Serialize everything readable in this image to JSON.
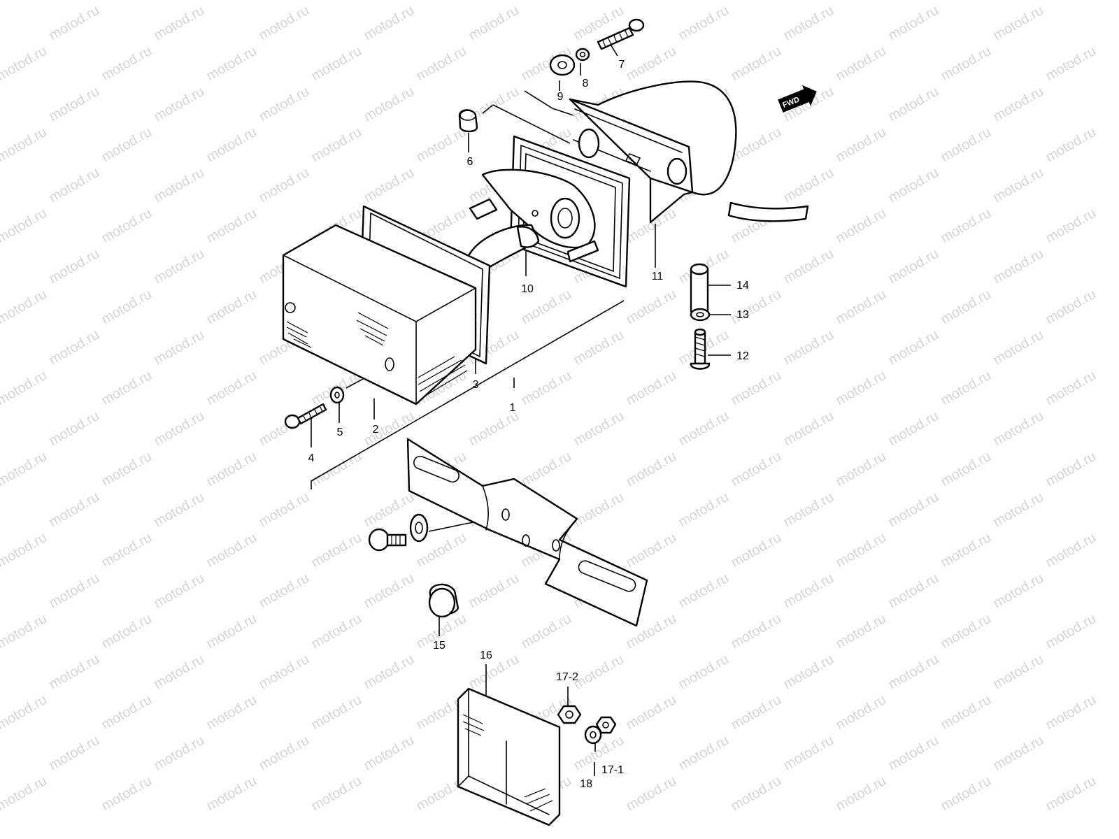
{
  "watermark": "motod.ru",
  "direction_marker": {
    "label": "FWD",
    "icon": "fwd-arrow-icon"
  },
  "callouts": {
    "p1": "1",
    "p2": "2",
    "p3": "3",
    "p4": "4",
    "p5": "5",
    "p6": "6",
    "p7": "7",
    "p8": "8",
    "p9": "9",
    "p10": "10",
    "p11": "11",
    "p12": "12",
    "p13": "13",
    "p14": "14",
    "p15": "15",
    "p16": "16",
    "p17_1": "17-1",
    "p17_2": "17-2",
    "p18": "18"
  },
  "colors": {
    "line": "#000000",
    "background": "#ffffff",
    "watermark": "#c8c8c8"
  }
}
